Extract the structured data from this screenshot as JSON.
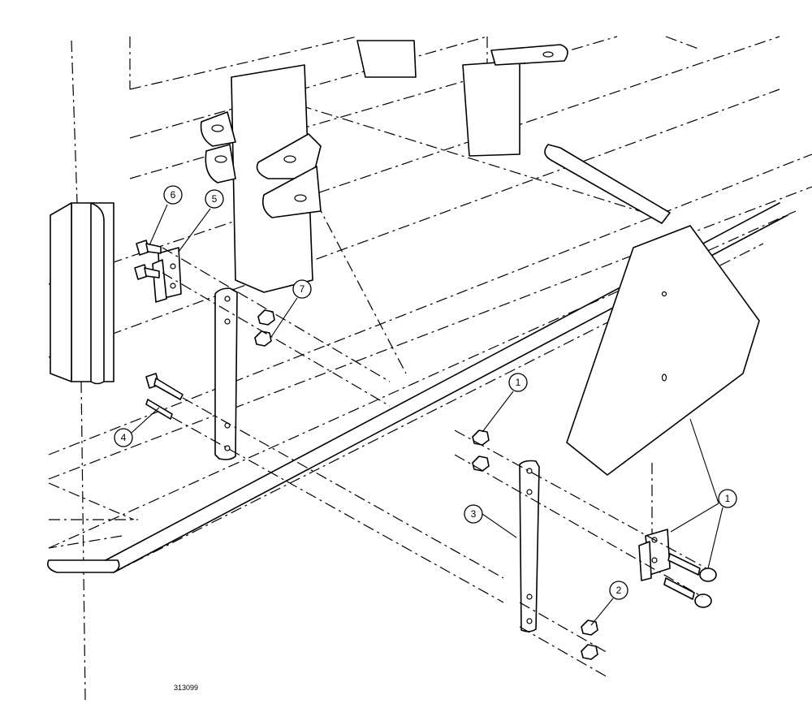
{
  "drawing_number": "313099",
  "callouts": [
    {
      "id": "c6",
      "label": "6"
    },
    {
      "id": "c5",
      "label": "5"
    },
    {
      "id": "c7",
      "label": "7"
    },
    {
      "id": "c4",
      "label": "4"
    },
    {
      "id": "c1a",
      "label": "1"
    },
    {
      "id": "c1b",
      "label": "1"
    },
    {
      "id": "c3",
      "label": "3"
    },
    {
      "id": "c2",
      "label": "2"
    }
  ]
}
